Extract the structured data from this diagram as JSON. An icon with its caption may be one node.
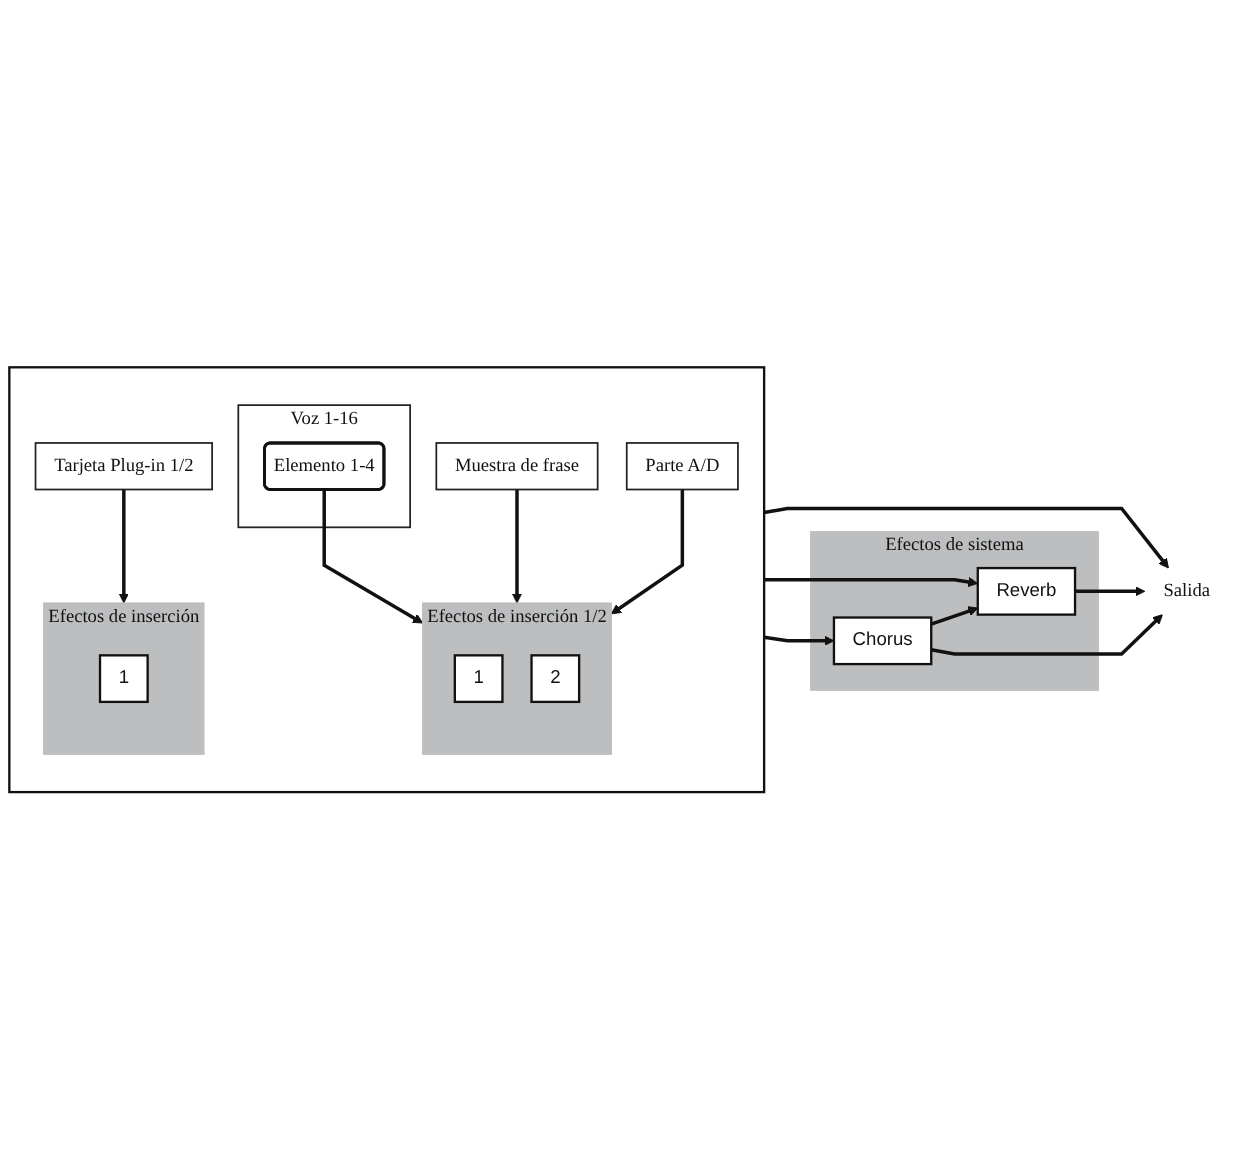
{
  "diagram": {
    "nodes": [
      {
        "text": [],
        "shape": "box"
      },
      {
        "text": [
          "Voz 1-16"
        ],
        "in": 0
      },
      {
        "text": [
          "Elemento 1-4"
        ],
        "in": 1
      },
      {
        "text": [
          "Efectos de inserción 1/2"
        ],
        "in": 0
      },
      {
        "text": [
          "1"
        ],
        "in": 3
      },
      {
        "text": [
          "2"
        ],
        "in": 3
      },
      {
        "text": [
          "Muestra de frase"
        ],
        "in": 0
      },
      {
        "text": [
          "Parte A/D"
        ],
        "in": 0
      },
      {
        "text": [
          "Tarjeta Plug-in 1/2"
        ],
        "in": 0
      },
      {
        "text": [
          "Efectos de inserción"
        ],
        "in": 0
      },
      {
        "text": [
          "1"
        ],
        "in": 9
      },
      {
        "text": [
          "Efectos de sistema"
        ]
      },
      {
        "text": [
          "Reverb"
        ],
        "in": 11
      },
      {
        "text": [
          "Chorus"
        ],
        "in": 11
      },
      {
        "text": [
          "Salida"
        ]
      }
    ],
    "edges": [
      {
        "from": 2,
        "to": 3,
        "arrow": "to"
      },
      {
        "from": 6,
        "to": 3,
        "arrow": "to"
      },
      {
        "from": 7,
        "to": 3,
        "arrow": "to"
      },
      {
        "from": 8,
        "to": 9,
        "arrow": "to"
      },
      {
        "from": 0,
        "to": 14,
        "arrow": "to"
      },
      {
        "from": 0,
        "to": 12,
        "arrow": "to"
      },
      {
        "from": 0,
        "to": 13,
        "arrow": "to"
      },
      {
        "from": 13,
        "to": 12,
        "arrow": "to"
      },
      {
        "from": 12,
        "to": 14,
        "arrow": "to"
      },
      {
        "from": 13,
        "to": 14,
        "arrow": "to"
      }
    ]
  }
}
